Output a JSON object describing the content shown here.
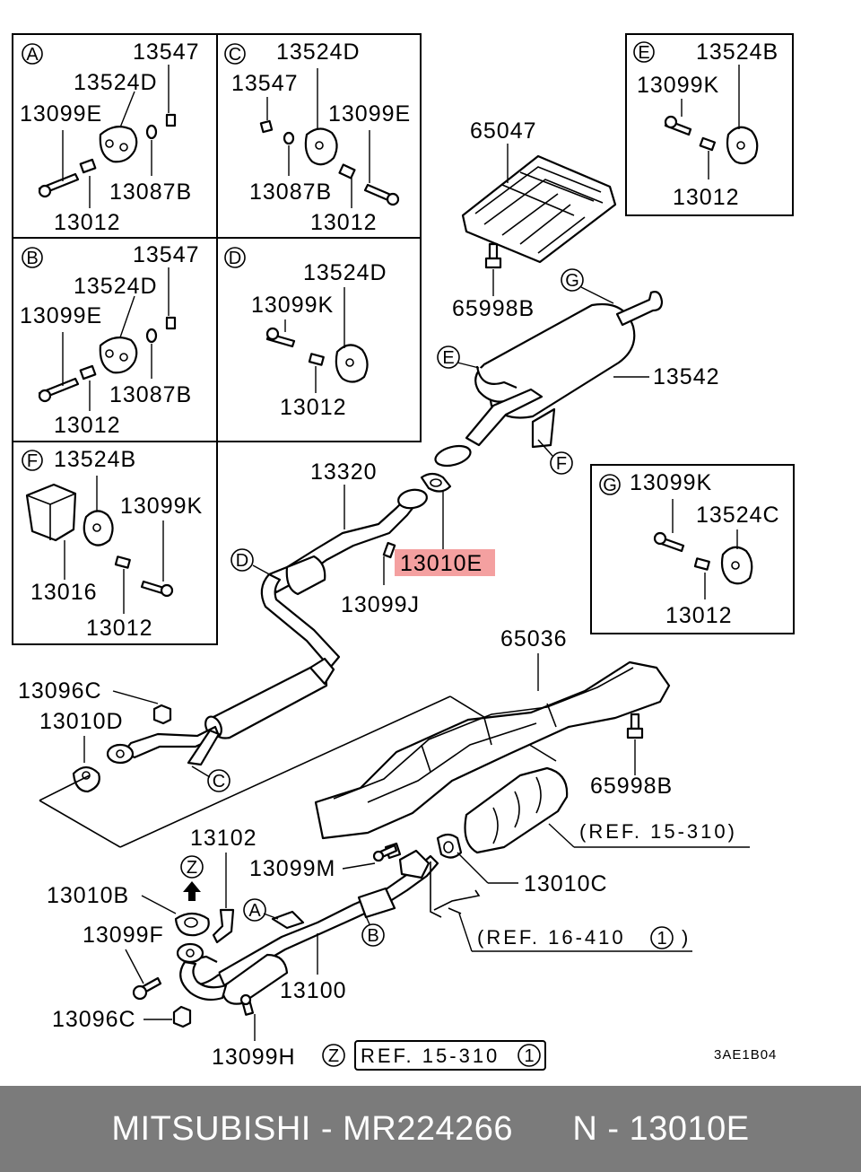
{
  "insets": {
    "A": {
      "letter": "A",
      "parts": [
        "13547",
        "13524D",
        "13099E",
        "13087B",
        "13012"
      ]
    },
    "B": {
      "letter": "B",
      "parts": [
        "13547",
        "13524D",
        "13099E",
        "13087B",
        "13012"
      ]
    },
    "C": {
      "letter": "C",
      "parts": [
        "13524D",
        "13547",
        "13099E",
        "13087B",
        "13012"
      ]
    },
    "D": {
      "letter": "D",
      "parts": [
        "13524D",
        "13099K",
        "13012"
      ]
    },
    "E": {
      "letter": "E",
      "parts": [
        "13524B",
        "13099K",
        "13012"
      ]
    },
    "F": {
      "letter": "F",
      "parts": [
        "13524B",
        "13099K",
        "13016",
        "13012"
      ]
    },
    "G": {
      "letter": "G",
      "parts": [
        "13099K",
        "13524C",
        "13012"
      ]
    }
  },
  "main_labels": {
    "heat_shield_rear": "65047",
    "bolt_rear_shield": "65998B",
    "main_muffler": "13542",
    "center_pipe": "13320",
    "gasket_highlighted": "13010E",
    "bolt_j": "13099J",
    "nut_c": "13096C",
    "gasket_d": "13010D",
    "heat_shield_front": "65036",
    "bolt_front_shield": "65998B",
    "bracket": "13102",
    "bolt_m": "13099M",
    "gasket_c": "13010C",
    "gasket_b": "13010B",
    "bolt_f": "13099F",
    "front_pipe": "13100",
    "nut_c2": "13096C",
    "bolt_h": "13099H"
  },
  "callouts": {
    "A": "A",
    "B": "B",
    "C": "C",
    "D": "D",
    "E": "E",
    "F": "F",
    "G": "G",
    "Z": "Z"
  },
  "refs": {
    "ref1": "(REF. 15-310)",
    "ref2_text": "(REF. 16-410",
    "ref2_num": "1",
    "ref2_close": ")",
    "ref3_text": "REF. 15-310",
    "ref3_num": "1"
  },
  "diagram_code": "3AE1B04",
  "highlight_color": "#f4a0a0",
  "footer": {
    "brand_part": "MITSUBISHI - MR224266",
    "ref_part": "N - 13010E"
  }
}
